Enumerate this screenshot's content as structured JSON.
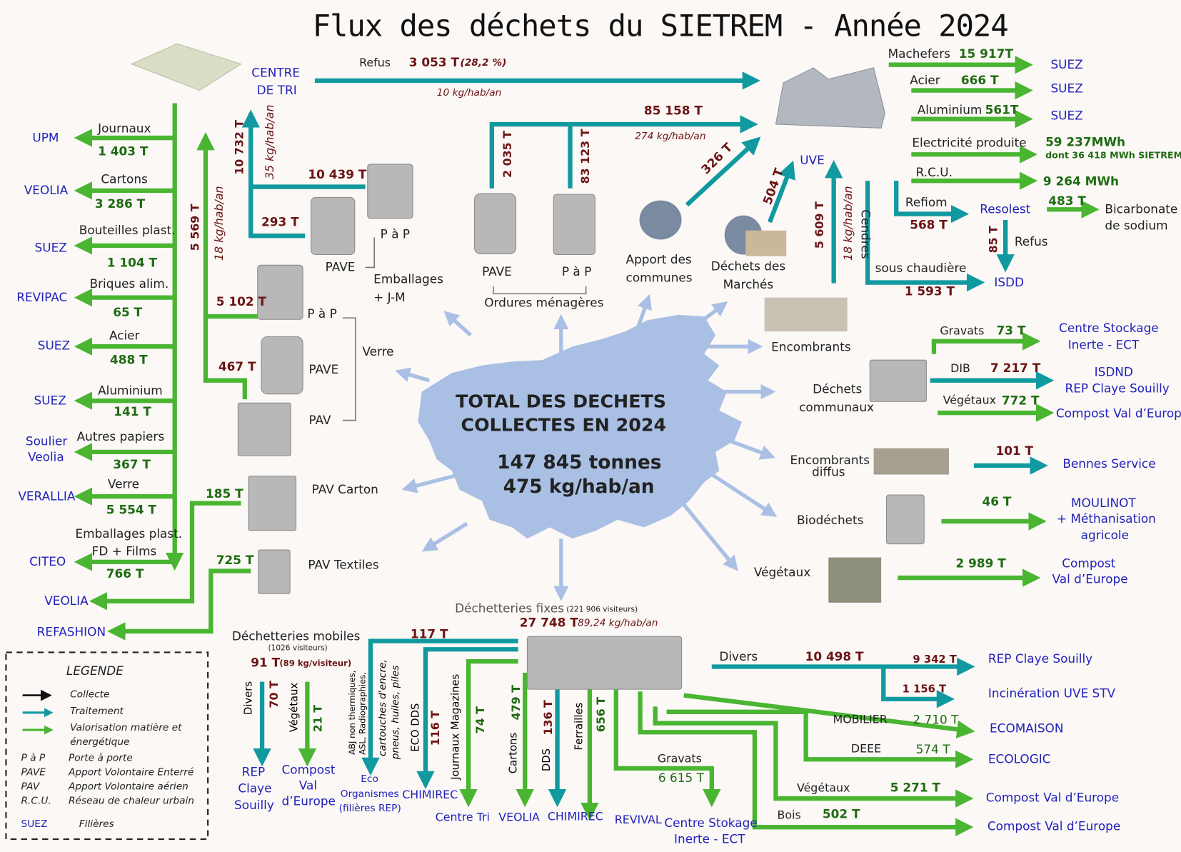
{
  "title": "Flux des déchets du SIETREM - Année 2024",
  "center": {
    "l1": "TOTAL DES DECHETS",
    "l2": "COLLECTES EN 2024",
    "l3": "147 845 tonnes",
    "l4": "475 kg/hab/an"
  },
  "colors": {
    "collecte": "#111111",
    "traitement": "#109aa0",
    "valorisation": "#4ab531",
    "blob": "#a9bfe4",
    "arrow": "#a9bfe4"
  },
  "tri": {
    "label1": "CENTRE",
    "label2": "DE TRI",
    "refus": "Refus",
    "refus_t": "3 053 T",
    "refus_pct": "(28,2 %)",
    "refus_kg": "10 kg/hab/an",
    "col_t": "10 732 T",
    "col_kg": "35 kg/hab/an",
    "pap_t": "10 439 T",
    "pave_t": "293 T",
    "pap": "P à P",
    "pave": "PAVE",
    "emb": "Emballages",
    "emb2": "+ J-M"
  },
  "outputs_left": [
    {
      "label": "Journaux",
      "t": "1 403 T",
      "dest": "UPM"
    },
    {
      "label": "Cartons",
      "t": "3 286 T",
      "dest": "VEOLIA"
    },
    {
      "label": "Bouteilles plast.",
      "t": "1 104 T",
      "dest": "SUEZ"
    },
    {
      "label": "Briques alim.",
      "t": "65 T",
      "dest": "REVIPAC"
    },
    {
      "label": "Acier",
      "t": "488 T",
      "dest": "SUEZ"
    },
    {
      "label": "Aluminium",
      "t": "141 T",
      "dest": "SUEZ"
    },
    {
      "label": "Autres papiers",
      "t": "367 T",
      "dest": "Soulier",
      "dest2": "Veolia"
    },
    {
      "label": "Verre",
      "t": "5 554  T",
      "dest": "VERALLIA"
    },
    {
      "label": "Emballages plast.",
      "label2": "FD + Films",
      "t": "766 T",
      "dest": "CITEO"
    }
  ],
  "verre": {
    "total": "5 569 T",
    "kg": "18 kg/hab/an",
    "pap_t": "5 102 T",
    "pave_t": "467 T",
    "pap": "P à P",
    "pave": "PAVE",
    "pav": "PAV",
    "label": "Verre"
  },
  "carton": {
    "t": "185 T",
    "label": "PAV Carton",
    "dest": "VEOLIA"
  },
  "textile": {
    "t": "725 T",
    "label": "PAV Textiles",
    "dest": "REFASHION"
  },
  "om": {
    "pave_t": "2 035 T",
    "pap_t": "83 123 T",
    "pave": "PAVE",
    "pap": "P à P",
    "label": "Ordures ménagères",
    "total": "85 158 T",
    "kg": "274 kg/hab/an"
  },
  "apport": {
    "t": "326 T",
    "label1": "Apport des",
    "label2": "communes"
  },
  "marches": {
    "t": "504 T",
    "label1": "Déchets des",
    "label2": "Marchés"
  },
  "uve": {
    "label": "UVE",
    "col_t": "5 609 T",
    "col_kg": "18 kg/hab/an",
    "outputs": [
      {
        "label": "Machefers",
        "t": "15 917T",
        "dest": "SUEZ"
      },
      {
        "label": "Acier",
        "t": "666 T",
        "dest": "SUEZ"
      },
      {
        "label": "Aluminium",
        "t": "561T",
        "dest": "SUEZ"
      }
    ],
    "elec_label": "Electricité produite",
    "elec_val": "59 237MWh",
    "elec_sub": "dont 36 418 MWh SIETREM",
    "rcu_label": "R.C.U.",
    "rcu_val": "9 264 MWh",
    "refiom": "Refiom",
    "refiom_t": "568 T",
    "resolest": "Resolest",
    "bic_t": "483 T",
    "bic1": "Bicarbonate",
    "bic2": "de sodium",
    "refus_t": "85 T",
    "refus": "Refus",
    "cendres": "Cendres",
    "sous": "sous chaudière",
    "cendres_t": "1 593 T",
    "isdd": "ISDD"
  },
  "encombrants": {
    "label": "Encombrants"
  },
  "communaux": {
    "label1": "Déchets",
    "label2": "communaux",
    "gravats": "Gravats",
    "gravats_t": "73 T",
    "gravats_dest1": "Centre Stockage",
    "gravats_dest2": "Inerte - ECT",
    "dib": "DIB",
    "dib_t": "7 217 T",
    "dib_dest1": "ISDND",
    "dib_dest2": "REP Claye Souilly",
    "veg": "Végétaux",
    "veg_t": "772 T",
    "veg_dest": "Compost Val d’Europe"
  },
  "diffus": {
    "label1": "Encombrants",
    "label2": "diffus",
    "t": "101 T",
    "dest": "Bennes Service"
  },
  "bio": {
    "label": "Biodéchets",
    "t": "46 T",
    "dest1": "MOULINOT",
    "dest2": "+ Méthanisation",
    "dest3": "agricole"
  },
  "vegetaux": {
    "label": "Végétaux",
    "t": "2 989 T",
    "dest1": "Compost",
    "dest2": "Val d’Europe"
  },
  "fixes": {
    "label": "Déchetteries fixes",
    "visiteurs": "(221 906 visiteurs)",
    "t": "27 748 T",
    "kg": "89,24 kg/hab/an",
    "eco_t": "117 T",
    "eco_label": "ABJ non thermiques,",
    "eco_label2": "ASL, Radiographies,",
    "eco_label3": "cartouches d'encre,",
    "eco_label4": "pneus, huiles, piles",
    "eco_dest1": "Eco",
    "eco_dest2": "Organismes",
    "eco_dest3": "(filières REP)",
    "ecodds": "ECO DDS",
    "ecodds_t": "116 T",
    "ecodds_dest": "CHIMIREC",
    "jm": "Journaux Magazines",
    "jm_t": "74 T",
    "jm_dest": "Centre Tri",
    "cartons": "Cartons",
    "cartons_t": "479 T",
    "cartons_dest": "VEOLIA",
    "dds": "DDS",
    "dds_t": "136 T",
    "dds_dest": "CHIMIREC",
    "ferr": "Ferrailles",
    "ferr_t": "656 T",
    "ferr_dest": "REVIVAL",
    "gravats": "Gravats",
    "gravats_t": "6 615 T",
    "gravats_dest1": "Centre Stokage",
    "gravats_dest2": "Inerte - ECT",
    "divers": "Divers",
    "divers_t": "10 498 T",
    "divers_t1": "9 342 T",
    "divers_d1": "REP Claye Souilly",
    "divers_t2": "1 156 T",
    "divers_d2": "Incinération UVE STV",
    "mobilier": "MOBILIER",
    "mobilier_t": "2 710 T",
    "mobilier_d": "ECOMAISON",
    "deee": "DEEE",
    "deee_t": "574 T",
    "deee_d": "ECOLOGIC",
    "veg": "Végétaux",
    "veg_t": "5 271 T",
    "veg_d": "Compost Val d’Europe",
    "bois": "Bois",
    "bois_t": "502 T",
    "bois_d": "Compost Val d’Europe"
  },
  "mobiles": {
    "label": "Déchetteries mobiles",
    "visiteurs": "(1026 visiteurs)",
    "t": "91 T",
    "kg": "(89 kg/visiteur)",
    "divers": "Divers",
    "divers_t": "70 T",
    "divers_d1": "REP",
    "divers_d2": "Claye",
    "divers_d3": "Souilly",
    "veg": "Végétaux",
    "veg_t": "21 T",
    "veg_d1": "Compost",
    "veg_d2": "Val",
    "veg_d3": "d’Europe"
  },
  "legend": {
    "title": "LEGENDE",
    "items": [
      {
        "label": "Collecte",
        "color": "#111111"
      },
      {
        "label": "Traitement",
        "color": "#109aa0"
      },
      {
        "label": "Valorisation matière et",
        "label2": "énergétique",
        "color": "#4ab531"
      }
    ],
    "abbr": [
      {
        "k": "P à P",
        "v": "Porte à porte"
      },
      {
        "k": "PAVE",
        "v": "Apport Volontaire Enterré"
      },
      {
        "k": "PAV",
        "v": "Apport Volontaire aérien"
      },
      {
        "k": "R.C.U.",
        "v": "Réseau de chaleur urbain"
      }
    ],
    "filiere_k": "SUEZ",
    "filiere_v": "Filières"
  }
}
